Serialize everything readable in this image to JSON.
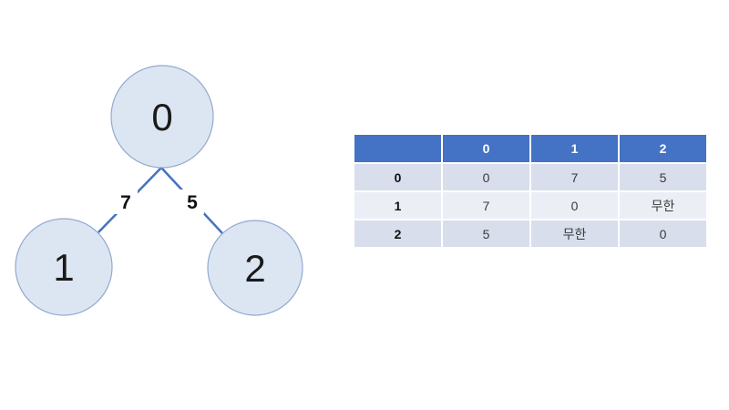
{
  "slide": {
    "background": "#ffffff"
  },
  "graph": {
    "title": "weighted-graph-diagram",
    "node_fill": "#DCE6F3",
    "node_stroke": "#93A9CF",
    "edge_color": "#4472C4",
    "nodes": [
      {
        "id": "0",
        "label": "0"
      },
      {
        "id": "1",
        "label": "1"
      },
      {
        "id": "2",
        "label": "2"
      }
    ],
    "edges": [
      {
        "from": "0",
        "to": "1",
        "weight": "7"
      },
      {
        "from": "0",
        "to": "2",
        "weight": "5"
      }
    ]
  },
  "matrix": {
    "corner": "",
    "col_headers": [
      "0",
      "1",
      "2"
    ],
    "rows": [
      {
        "label": "0",
        "values": [
          "0",
          "7",
          "5"
        ]
      },
      {
        "label": "1",
        "values": [
          "7",
          "0",
          "무한"
        ]
      },
      {
        "label": "2",
        "values": [
          "5",
          "무한",
          "0"
        ]
      }
    ],
    "colors": {
      "header_bg": "#4472C4",
      "header_text": "#FFFFFF",
      "band_dark": "#D8DEEC",
      "band_light": "#ECEEF6",
      "cell_text": "#3A3A3A"
    }
  }
}
